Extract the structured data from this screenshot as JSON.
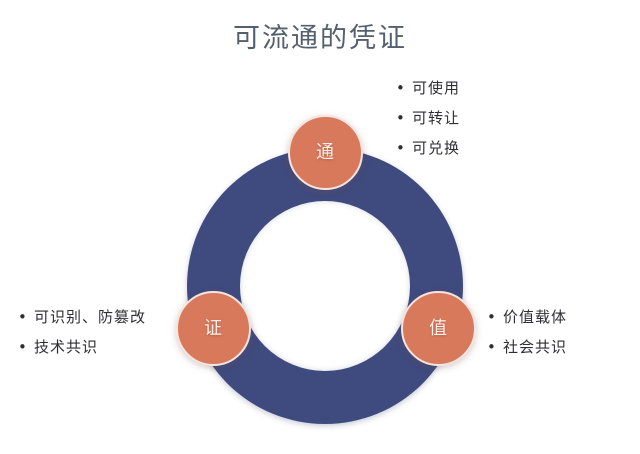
{
  "slide": {
    "title": "可流通的凭证",
    "background_color": "#ffffff",
    "title_color": "#55606e"
  },
  "diagram": {
    "type": "donut-ring-with-nodes",
    "ring_color": "#3f4a7e",
    "ring_hole_color": "#ffffff",
    "node_color": "#d9795c",
    "node_border_color": "#f3e6e1",
    "node_text_color": "#fdf0ea",
    "nodes": [
      {
        "id": "tong",
        "label": "通",
        "position": "top"
      },
      {
        "id": "zheng",
        "label": "证",
        "position": "bottom-left"
      },
      {
        "id": "zhi",
        "label": "值",
        "position": "bottom-right"
      }
    ]
  },
  "bullet_groups": {
    "top_right": {
      "bullet_char": "•",
      "items": [
        "可使用",
        "可转让",
        "可兑换"
      ]
    },
    "left": {
      "bullet_char": "•",
      "items": [
        "可识别、防篡改",
        "技术共识"
      ]
    },
    "right": {
      "bullet_char": "•",
      "items": [
        "价值载体",
        "社会共识"
      ]
    }
  }
}
